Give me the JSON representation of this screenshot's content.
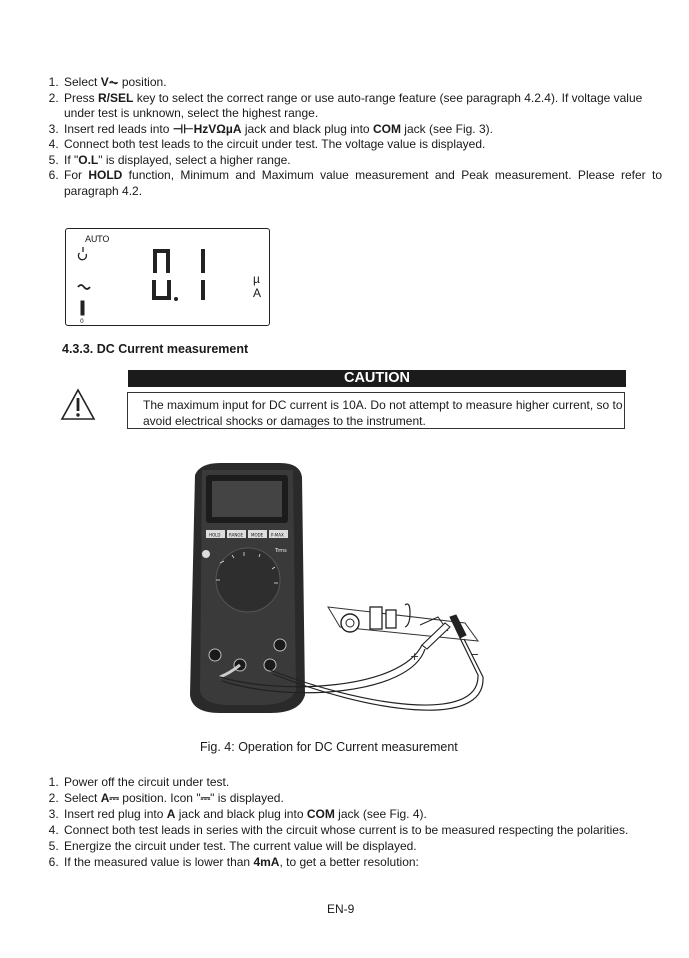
{
  "intro_steps": [
    {
      "pre": "Select ",
      "bold": "V⏦",
      "post": " position."
    },
    {
      "pre": "Press ",
      "bold": "R/SEL",
      "post": " key to select the correct range or use auto-range feature (see paragraph 4.2.4). If voltage value under test is unknown, select the highest range."
    },
    {
      "pre": "Insert red leads into ",
      "bold": "⊣⊢HzVΩµA",
      "post": " jack and black plug into ",
      "bold2": "COM",
      "post2": " jack (see Fig. 3)."
    },
    {
      "pre": "Connect both test leads to the circuit under test. The voltage value is displayed.",
      "bold": "",
      "post": ""
    },
    {
      "pre": "If \"",
      "bold": "O.L",
      "post": "\" is displayed, select a higher range."
    },
    {
      "pre": "For ",
      "bold": "HOLD",
      "post": " function, Minimum and Maximum value measurement and Peak measurement. Please refer to paragraph 4.2."
    }
  ],
  "lcd": {
    "auto_label": "AUTO",
    "digits": "0.1",
    "unit": "µ A"
  },
  "section_heading": "4.3.3.  DC Current measurement",
  "caution": {
    "title": "CAUTION",
    "text": "The maximum input for DC current is 10A. Do not attempt to measure higher current, so to avoid electrical shocks or damages to the instrument."
  },
  "figure": {
    "button_labels": [
      "HOLD",
      "RANGE",
      "MODE",
      "P-MAX"
    ],
    "dial_label": "Trms",
    "polarity_plus": "+",
    "polarity_minus": "−"
  },
  "caption": "Fig. 4: Operation for DC Current measurement",
  "dc_steps": [
    {
      "pre": "Power off the circuit under test.",
      "bold": "",
      "post": ""
    },
    {
      "pre": "Select ",
      "bold": "A⎓",
      "post": " position. Icon \"",
      "bold2": "⎓",
      "post2": "\" is displayed."
    },
    {
      "pre": "Insert red plug into ",
      "bold": "A",
      "post": " jack and black plug into ",
      "bold2": "COM",
      "post2": " jack (see Fig. 4)."
    },
    {
      "pre": "Connect both test leads in series with the circuit whose current is to be measured respecting the polarities.",
      "bold": "",
      "post": ""
    },
    {
      "pre": "Energize the circuit under test. The current value will be displayed.",
      "bold": "",
      "post": ""
    },
    {
      "pre": "If the measured value is lower than ",
      "bold": "4mA",
      "post": ", to get a better resolution:"
    }
  ],
  "page_number": "EN-9"
}
